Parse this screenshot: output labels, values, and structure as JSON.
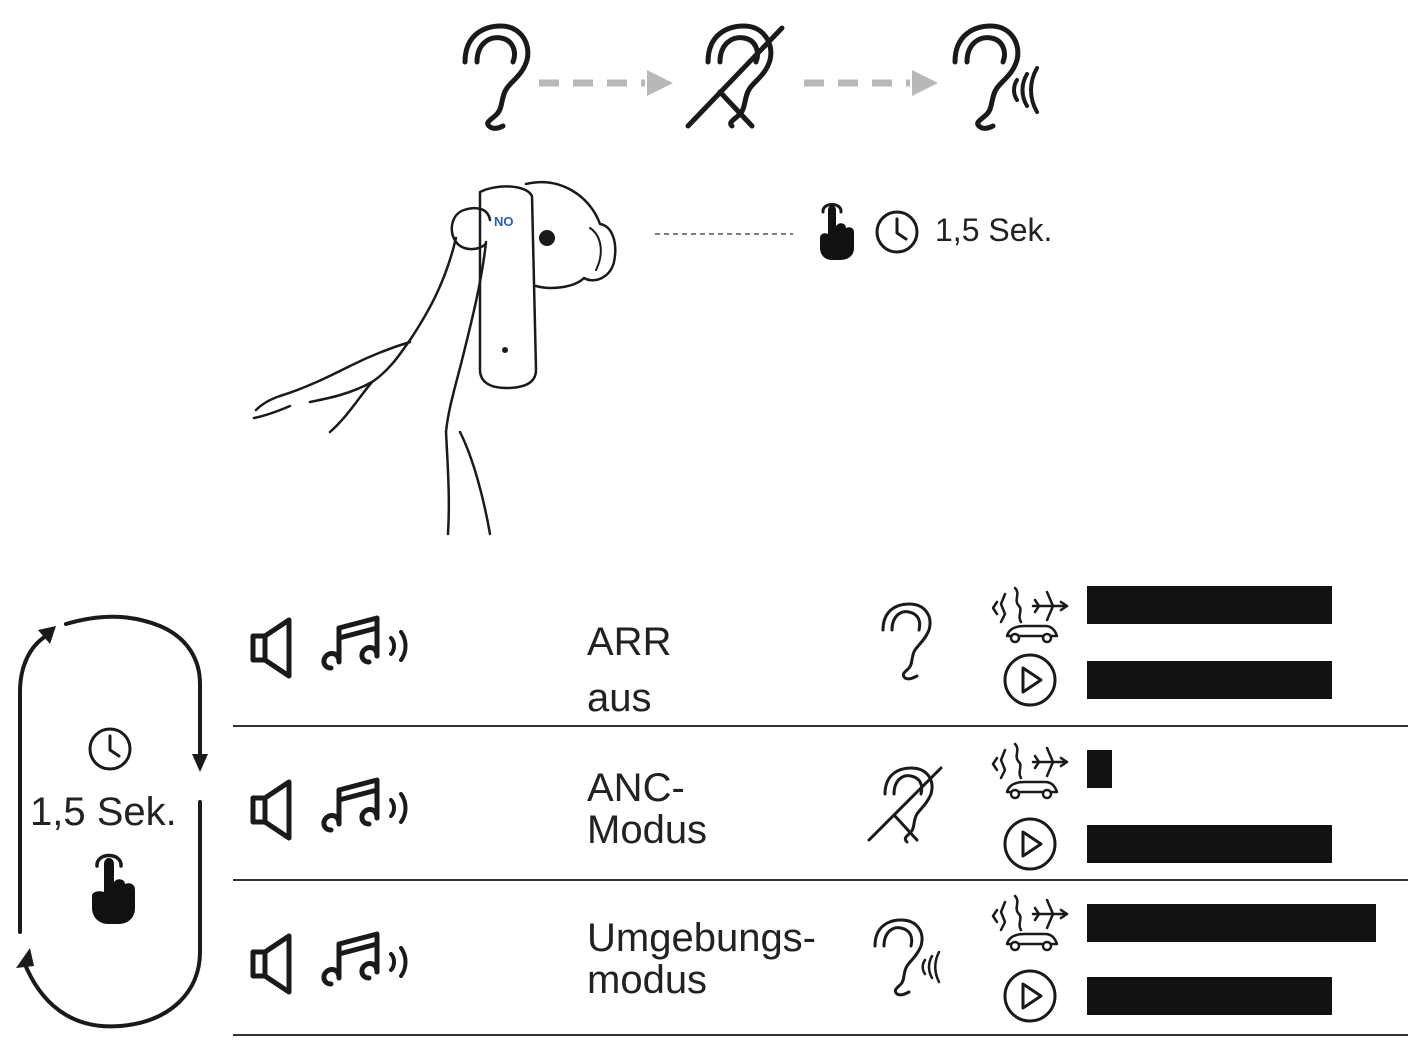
{
  "top_sequence": {
    "icons": [
      "ear-icon",
      "ear-crossed-icon",
      "ear-sound-icon"
    ],
    "arrow_color": "#b8b8b8"
  },
  "press_instruction": {
    "duration_label": "1,5 Sek.",
    "icons": [
      "tap-hand-icon",
      "clock-icon"
    ]
  },
  "cycle": {
    "duration_label": "1,5 Sek.",
    "icons": [
      "clock-icon",
      "tap-hand-icon",
      "cycle-arrows-icon"
    ]
  },
  "modes": [
    {
      "label_line1": "ARR",
      "label_line2": "aus",
      "mode_icon": "ear-icon",
      "noise_level": 1.0,
      "playback_level": 1.0
    },
    {
      "label_line1": "ANC-",
      "label_line2": "Modus",
      "mode_icon": "ear-crossed-icon",
      "noise_level": 0.1,
      "playback_level": 1.0
    },
    {
      "label_line1": "Umgebungs-",
      "label_line2": "modus",
      "mode_icon": "ear-sound-icon",
      "noise_level": 1.18,
      "playback_level": 1.0
    }
  ],
  "row_icons": [
    "speaker-icon",
    "music-note-icon",
    "noise-sources-icon",
    "play-icon"
  ]
}
